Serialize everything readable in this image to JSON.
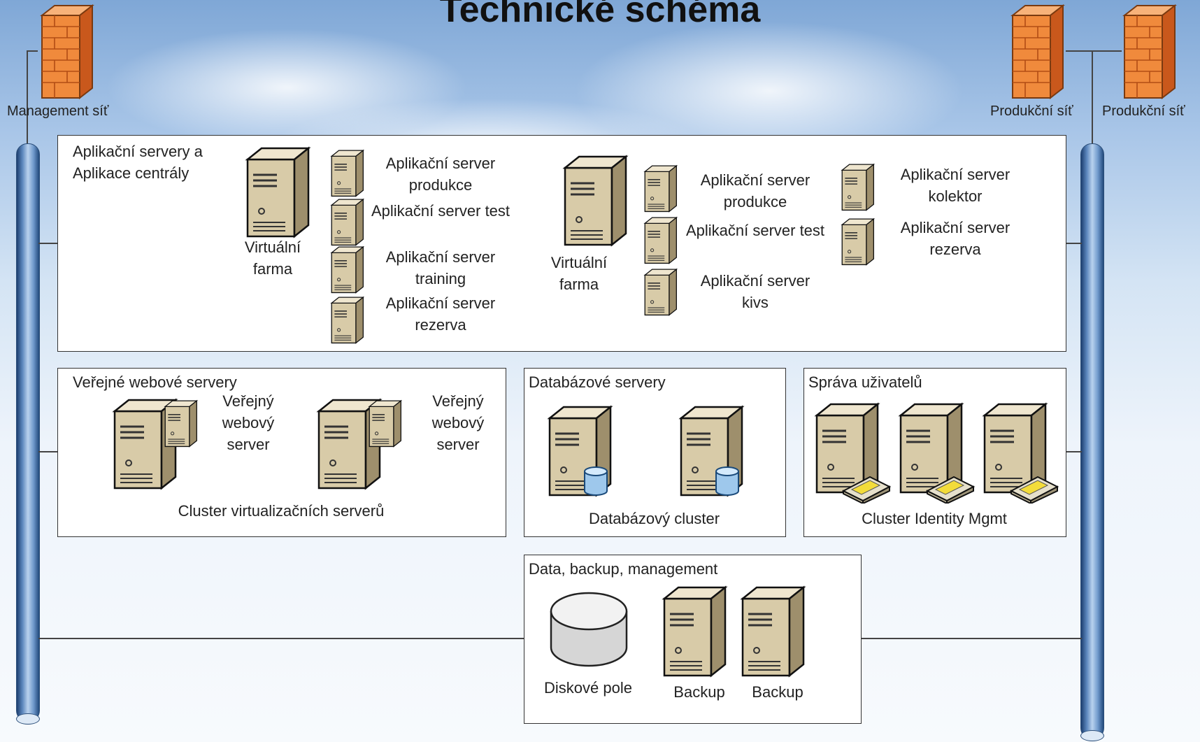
{
  "title": "Technické schéma",
  "networks": {
    "management": "Management síť",
    "production_1": "Produkční síť",
    "production_2": "Produkční síť"
  },
  "app_section": {
    "title": "Aplikační servery a Aplikace centrály",
    "farm1": {
      "label": "Virtuální farma",
      "servers": [
        "Aplikační server produkce",
        "Aplikační server test",
        "Aplikační server training",
        "Aplikační server rezerva"
      ]
    },
    "farm2": {
      "label": "Virtuální farma",
      "servers": [
        "Aplikační server produkce",
        "Aplikační server test",
        "Aplikační server kivs"
      ]
    },
    "extra_servers": [
      "Aplikační server kolektor",
      "Aplikační server rezerva"
    ]
  },
  "web_section": {
    "title": "Veřejné webové servery",
    "server1": "Veřejný webový server",
    "server2": "Veřejný webový server",
    "caption": "Cluster virtualizačních serverů"
  },
  "db_section": {
    "title": "Databázové servery",
    "caption": "Databázový cluster"
  },
  "users_section": {
    "title": "Správa uživatelů",
    "caption": "Cluster Identity Mgmt"
  },
  "data_section": {
    "title": "Data, backup, management",
    "disk": "Diskové pole",
    "backup1": "Backup",
    "backup2": "Backup"
  },
  "colors": {
    "pipe": "#5b86bd",
    "firewall": "#e8742a",
    "server": "#d9ccaa"
  }
}
